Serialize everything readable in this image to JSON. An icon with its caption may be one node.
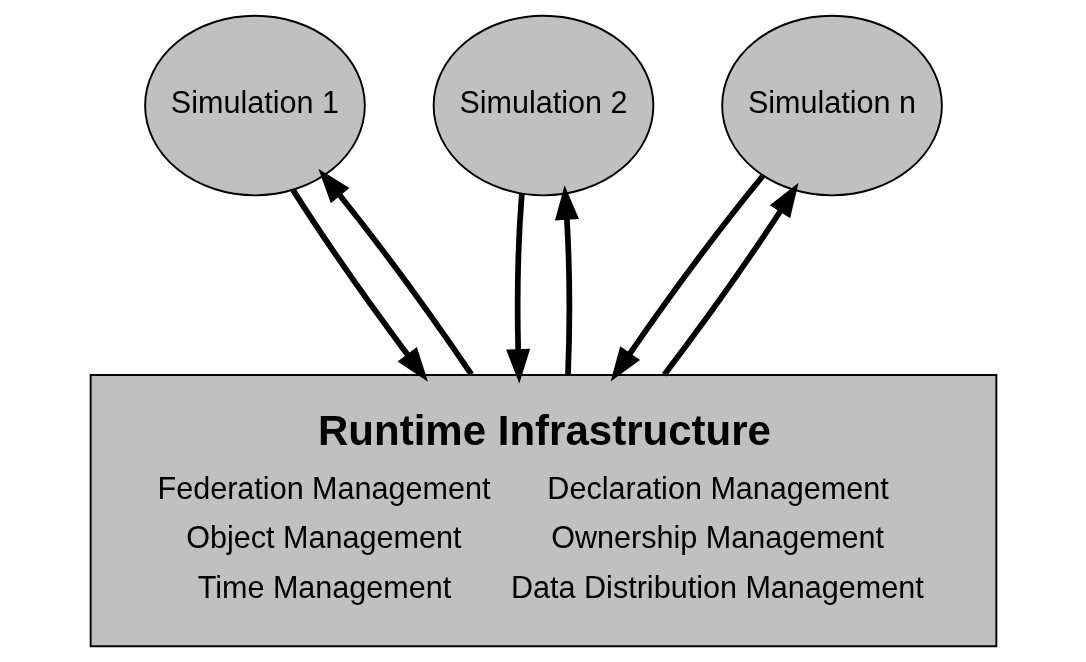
{
  "diagram": {
    "nodes": [
      {
        "text": [
          "Simulation 1"
        ]
      },
      {
        "text": [
          "Simulation 2"
        ]
      },
      {
        "text": [
          "Simulation n"
        ]
      },
      {
        "text": [
          "Runtime Infrastructure",
          "Federation Management",
          "Declaration Management",
          "Object Management",
          "Ownership Management",
          "Time Management",
          "Data Distribution Management"
        ]
      }
    ],
    "edges": [
      {
        "from": 0,
        "to": 3,
        "arrow": "to"
      },
      {
        "from": 3,
        "to": 0,
        "arrow": "to"
      },
      {
        "from": 1,
        "to": 3,
        "arrow": "to"
      },
      {
        "from": 3,
        "to": 1,
        "arrow": "to"
      },
      {
        "from": 2,
        "to": 3,
        "arrow": "to"
      },
      {
        "from": 3,
        "to": 2,
        "arrow": "to"
      }
    ]
  }
}
